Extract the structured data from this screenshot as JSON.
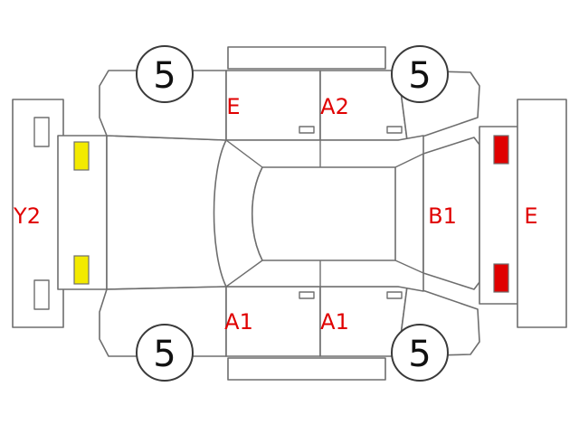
{
  "colors": {
    "outline": "#6e6e6e",
    "code_text": "#e00000",
    "front_light": "#f3ea00",
    "rear_light": "#e00000"
  },
  "tyres": {
    "front_left_grade": "5",
    "rear_left_grade": "5",
    "front_right_grade": "5",
    "rear_right_grade": "5"
  },
  "damage_codes": {
    "front_bumper": "Y2",
    "rear_left_door": "E",
    "front_left_door": "A2",
    "rear_right_door": "A1",
    "front_right_door": "A1",
    "rear_window": "B1",
    "rear_bumper": "E"
  }
}
